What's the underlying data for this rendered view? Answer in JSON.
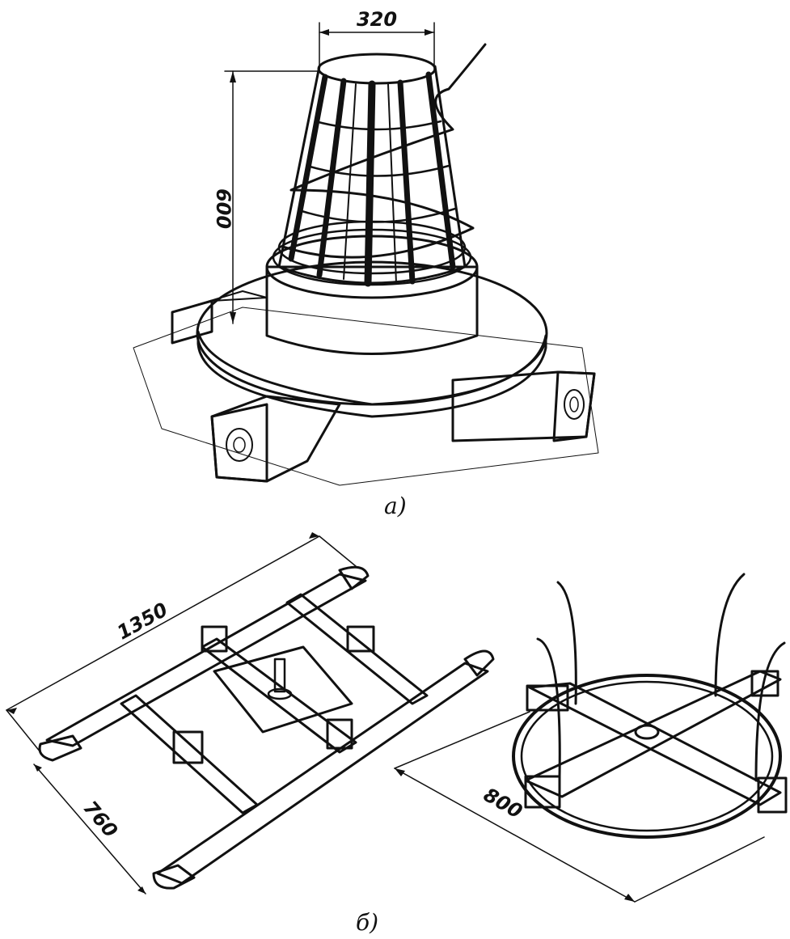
{
  "figure_a": {
    "caption": "а)",
    "dim_top_diameter": "320",
    "dim_height": "600"
  },
  "figure_b": {
    "caption": "б)",
    "dim_length": "1350",
    "dim_width": "760",
    "dim_reel_diameter": "800"
  },
  "colors": {
    "ink": "#111111",
    "paper": "#ffffff"
  }
}
